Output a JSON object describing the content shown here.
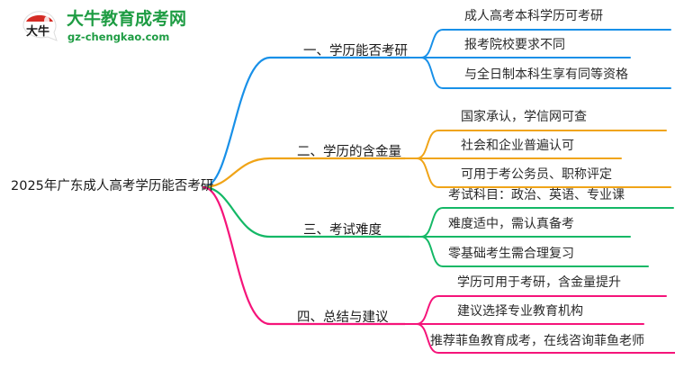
{
  "logo": {
    "mark_name": "daniu-ox-logo",
    "title_cn": "大牛教育成考网",
    "title_en": "gz-chengkao.com",
    "brand_color": "#1e9c43",
    "mark_color": "#d42c25"
  },
  "mindmap": {
    "root": {
      "label": "2025年广东成人高考学历能否考研"
    },
    "branches": [
      {
        "label": "一、学历能否考研",
        "color": "#1890e8",
        "leaves": [
          "成人高考本科学历可考研",
          "报考院校要求不同",
          "与全日制本科生享有同等资格"
        ]
      },
      {
        "label": "二、学历的含金量",
        "color": "#f0a417",
        "leaves": [
          "国家承认，学信网可查",
          "社会和企业普遍认可",
          "可用于考公务员、职称评定"
        ]
      },
      {
        "label": "三、考试难度",
        "color": "#14b866",
        "leaves": [
          "考试科目：政治、英语、专业课",
          "难度适中，需认真备考",
          "零基础考生需合理复习"
        ]
      },
      {
        "label": "四、总结与建议",
        "color": "#f5147a",
        "leaves": [
          "学历可用于考研，含金量提升",
          "建议选择专业教育机构",
          "推荐菲鱼教育成考，在线咨询菲鱼老师"
        ]
      }
    ]
  }
}
